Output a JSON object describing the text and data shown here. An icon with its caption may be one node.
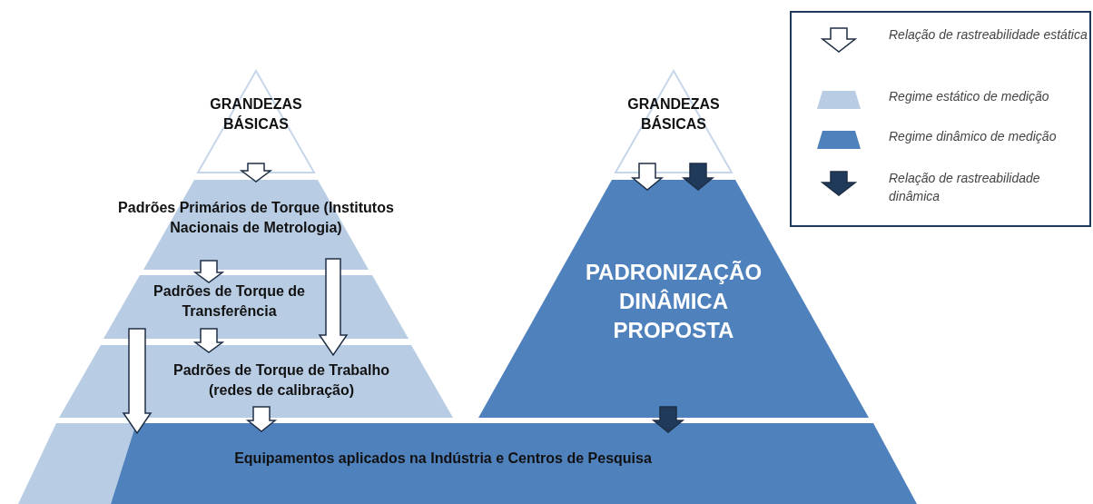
{
  "diagram": {
    "nodes": [
      {
        "text": [
          "GRANDEZAS BÁSICAS"
        ]
      },
      {
        "text": [
          "Padrões Primários de Torque (Institutos Nacionais de Metrologia)"
        ]
      },
      {
        "text": [
          "Padrões de Torque de Transferência"
        ]
      },
      {
        "text": [
          "Padrões de Torque de Trabalho (redes de calibração)"
        ]
      },
      {
        "text": [
          "GRANDEZAS BÁSICAS"
        ]
      },
      {
        "text": [
          "PADRONIZAÇÃO DINÂMICA PROPOSTA"
        ]
      },
      {
        "text": [
          "Equipamentos aplicados na Indústria e Centros de Pesquisa"
        ]
      }
    ],
    "edges": [
      {
        "from": 0,
        "to": 1,
        "arrow": "to"
      },
      {
        "from": 1,
        "to": 2,
        "arrow": "to"
      },
      {
        "from": 1,
        "to": 3,
        "arrow": "to"
      },
      {
        "from": 2,
        "to": 3,
        "arrow": "to"
      },
      {
        "from": 2,
        "to": 6,
        "arrow": "to"
      },
      {
        "from": 3,
        "to": 6,
        "arrow": "to"
      },
      {
        "from": 4,
        "to": 5,
        "arrow": "to"
      },
      {
        "from": 4,
        "to": 5,
        "arrow": "to",
        "color": "#1f3a5a"
      },
      {
        "from": 5,
        "to": 6,
        "arrow": "to",
        "color": "#1f3a5a"
      }
    ],
    "legend": [
      {
        "text": "Relação de rastreabilidade estática"
      },
      {
        "text": "Regime estático de medição",
        "color": "#b8cce4"
      },
      {
        "text": "Regime dinâmico de medição",
        "color": "#4f81bd"
      },
      {
        "text": "Relação de rastreabilidade dinâmica"
      }
    ]
  }
}
